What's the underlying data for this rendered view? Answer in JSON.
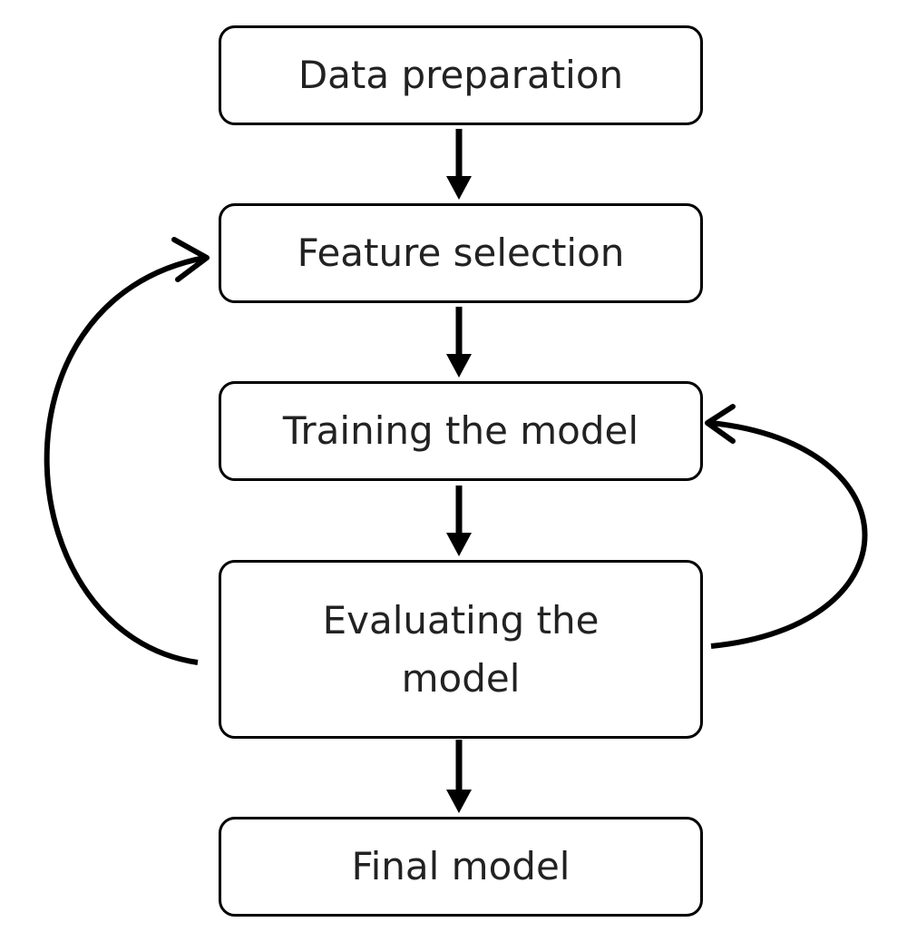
{
  "diagram": {
    "steps": [
      {
        "label": "Data preparation"
      },
      {
        "label": "Feature selection"
      },
      {
        "label": "Training the model"
      },
      {
        "label": "Evaluating the model"
      },
      {
        "label": "Final model"
      }
    ],
    "colors": {
      "stroke": "#000000",
      "text": "#222222",
      "background": "#ffffff"
    }
  }
}
